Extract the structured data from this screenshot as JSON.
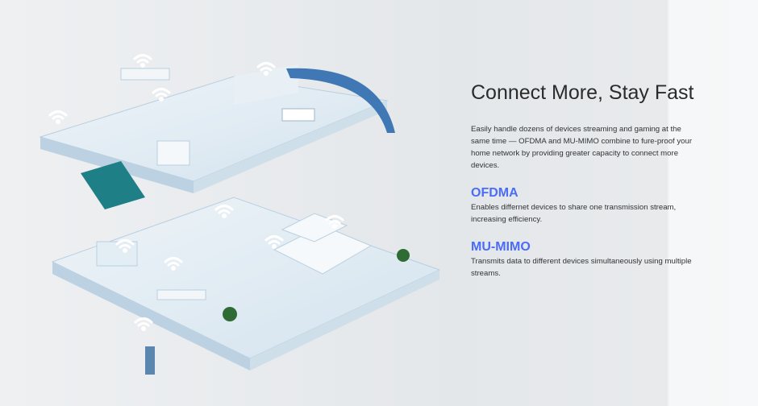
{
  "hero": {
    "title": "Connect More, Stay Fast",
    "description": "Easily handle dozens of devices streaming and gaming at the same time — OFDMA and MU-MIMO combine to fure-proof your home network by providing greater capacity to connect more devices."
  },
  "features": [
    {
      "title": "OFDMA",
      "description": "Enables differnet devices to share one transmission stream, increasing efficiency."
    },
    {
      "title": "MU-MIMO",
      "description": "Transmits data to different devices simultaneously using multiple streams."
    }
  ],
  "colors": {
    "accent": "#4a6cf7",
    "floor": "#dfeaf2",
    "wall": "#c9dbe8",
    "wifi": "#ffffff"
  }
}
